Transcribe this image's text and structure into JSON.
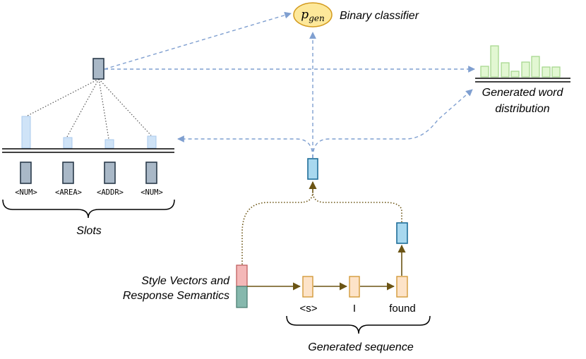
{
  "pgen": {
    "base": "p",
    "sub": "gen"
  },
  "binary_classifier": "Binary classifier",
  "generated_word_distribution": {
    "line1": "Generated word",
    "line2": "distribution"
  },
  "slot_tags": [
    "<NUM>",
    "<AREA>",
    "<ADDR>",
    "<NUM>"
  ],
  "slots_label": "Slots",
  "style_label": {
    "line1": "Style Vectors and",
    "line2": "Response Semantics"
  },
  "tokens": [
    "<s>",
    "I",
    "found"
  ],
  "generated_sequence_label": "Generated sequence",
  "colors": {
    "dash_blue": "#7f9fd0",
    "slot_box_fill": "#a9b8c7",
    "slot_box_stroke": "#2a3a4a",
    "light_blue": "#cfe3f7",
    "cyan_box": "#a8d8ef",
    "cyan_stroke": "#1f6e99",
    "orange_fill": "#fde3c8",
    "orange_stroke": "#d39a39",
    "pink": "#f4b8b8",
    "teal": "#86b8ad",
    "brown": "#6b5414",
    "green_fill": "#e2f7d2",
    "green_stroke": "#a8d890",
    "ellipse_fill": "#fde89a",
    "ellipse_stroke": "#d39a1d"
  }
}
